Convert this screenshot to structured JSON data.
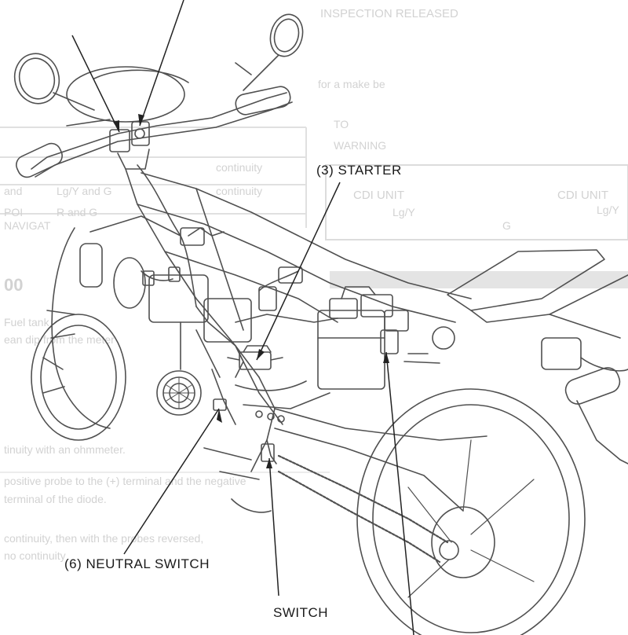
{
  "diagram": {
    "labels": {
      "starter": "(3) STARTER",
      "neutral_switch": "(6) NEUTRAL SWITCH",
      "switch": "SWITCH"
    },
    "bleed_through": {
      "top_right": "INSPECTION RELEASED",
      "make_sure": "for a make be",
      "warning_1": "TO",
      "warning_2": "WARNING",
      "cdi_left": "CDI UNIT",
      "cdi_right": "CDI UNIT",
      "lgy_left": "Lg/Y",
      "lgy_right": "Lg/Y",
      "g_left": "G",
      "table_r1c1": "and",
      "table_r1c2": "Lg/Y and G",
      "table_r1c3": "continuity",
      "table_r2c1": "POI",
      "table_r2c2": "R and G",
      "table_r2c3": "continuity",
      "nav": "NAVIGAT",
      "dim": "ean dip from the meter",
      "tank": "Fuel tank",
      "ohm": "tinuity with an ohmmeter.",
      "probe_1": "positive probe to the (+) terminal and the negative",
      "probe_2": "terminal of the diode.",
      "cont_1": "continuity, then with the probes reversed,",
      "cont_2": "no continuity"
    }
  }
}
